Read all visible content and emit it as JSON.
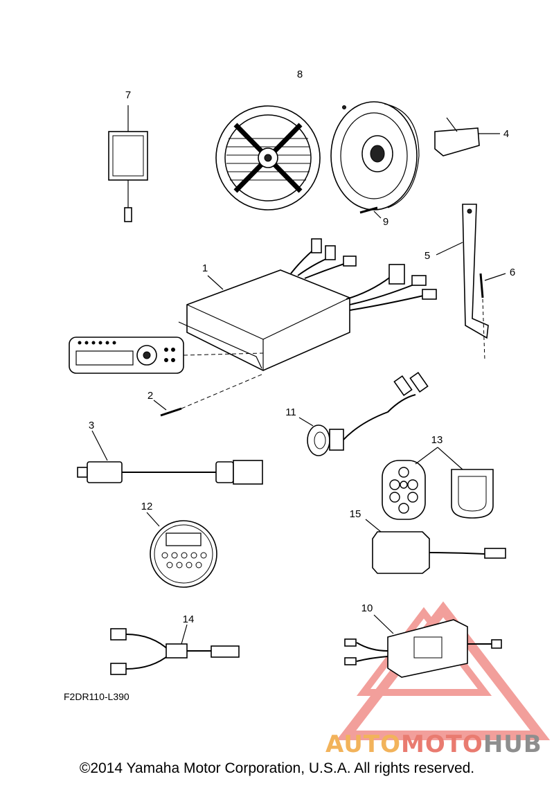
{
  "diagram": {
    "callouts": {
      "c1": "1",
      "c2": "2",
      "c3": "3",
      "c4": "4",
      "c5": "5",
      "c6": "6",
      "c7": "7",
      "c8": "8",
      "c9": "9",
      "c10": "10",
      "c11": "11",
      "c12": "12",
      "c13": "13",
      "c14": "14",
      "c15": "15"
    },
    "figure_code": "F2DR110-L390",
    "copyright": "©2014 Yamaha Motor Corporation, U.S.A. All rights reserved.",
    "watermark": {
      "part1": "AUTO",
      "part2": "MOTO",
      "part3": "HUB"
    },
    "colors": {
      "watermark_red": "#e8524a",
      "watermark_orange": "#f2b35b",
      "watermark_gray": "#8e8e8e"
    }
  }
}
